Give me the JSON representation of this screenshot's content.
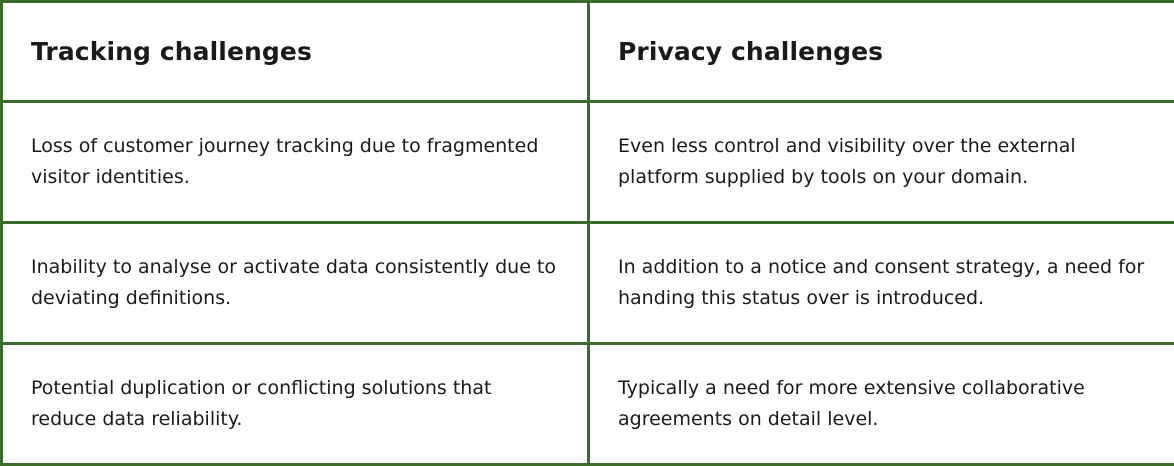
{
  "table": {
    "headers": [
      "Tracking challenges",
      "Privacy challenges"
    ],
    "rows": [
      [
        "Loss of customer journey tracking due to fragmented visitor identities.",
        "Even less control and visibility over the external platform supplied by tools on your domain."
      ],
      [
        "Inability to analyse or activate data consistently due to deviating definitions.",
        "In addition to a notice and consent strategy, a need for handing this status over is introduced."
      ],
      [
        "Potential duplication or conflicting solutions that reduce data reliability.",
        "Typically a need for more extensive collaborative agreements on detail level."
      ]
    ]
  },
  "colors": {
    "border": "#3d6b2a",
    "text": "#1a1a1a",
    "background": "#ffffff"
  }
}
